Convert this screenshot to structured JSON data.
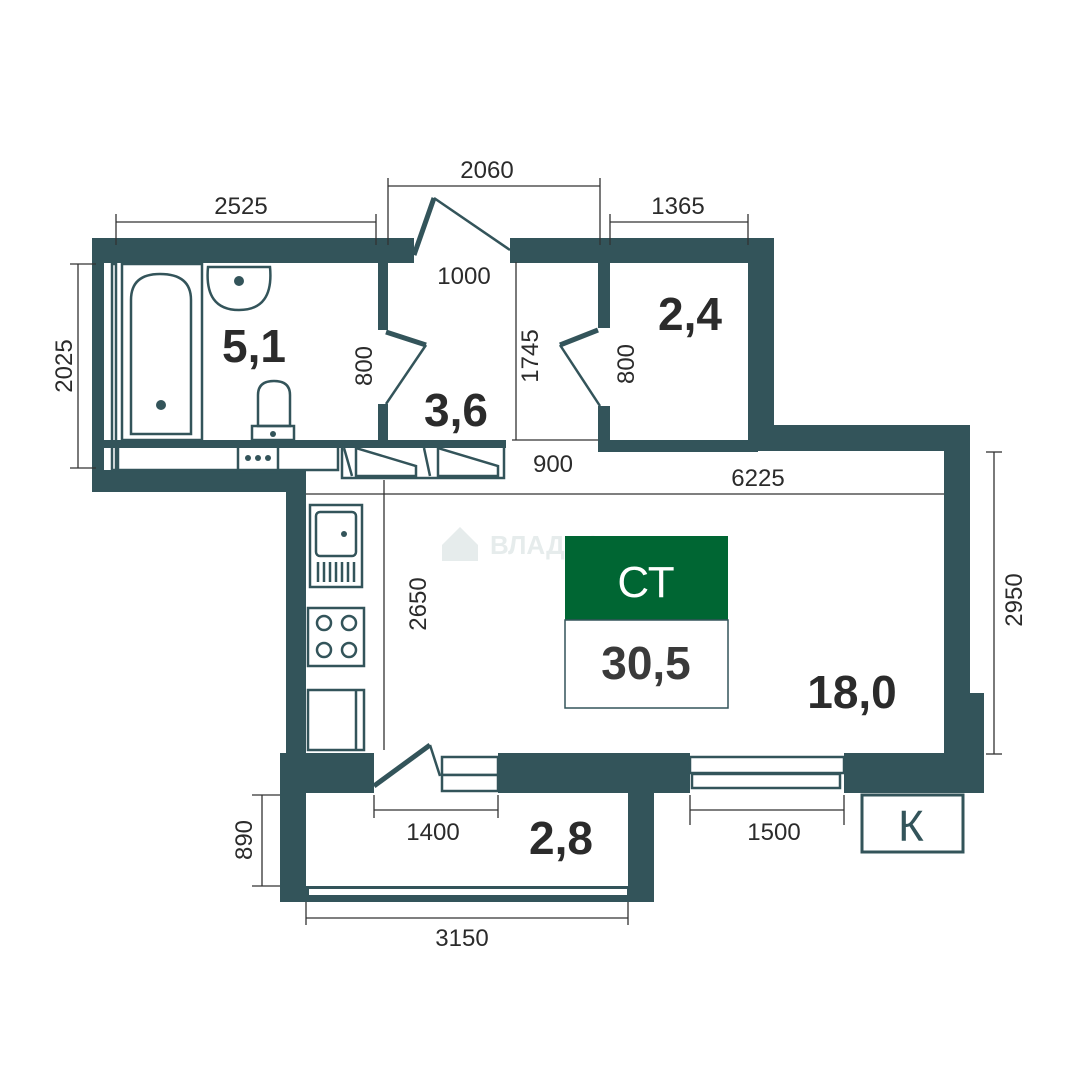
{
  "rooms": {
    "bathroom_area": "5,1",
    "corridor_area": "3,6",
    "storage_area": "2,4",
    "living_area": "18,0",
    "balcony_area": "2,8"
  },
  "badge": {
    "type": "СТ",
    "total_area": "30,5",
    "type_color": "#006633"
  },
  "balcony_marker": "К",
  "watermark": "ВЛАДИС",
  "dimensions": {
    "bath_width": "2525",
    "corridor_width": "2060",
    "storage_width": "1365",
    "entry_door": "1000",
    "bath_height": "2025",
    "bath_door": "800",
    "corridor_height": "1745",
    "storage_door": "800",
    "passage": "900",
    "living_width": "6225",
    "kitchen_height": "2650",
    "living_height": "2950",
    "balcony_door": "1400",
    "window_width": "1500",
    "balcony_depth": "890",
    "balcony_width": "3150"
  },
  "colors": {
    "wall": "#33545a",
    "accent": "#006633"
  }
}
